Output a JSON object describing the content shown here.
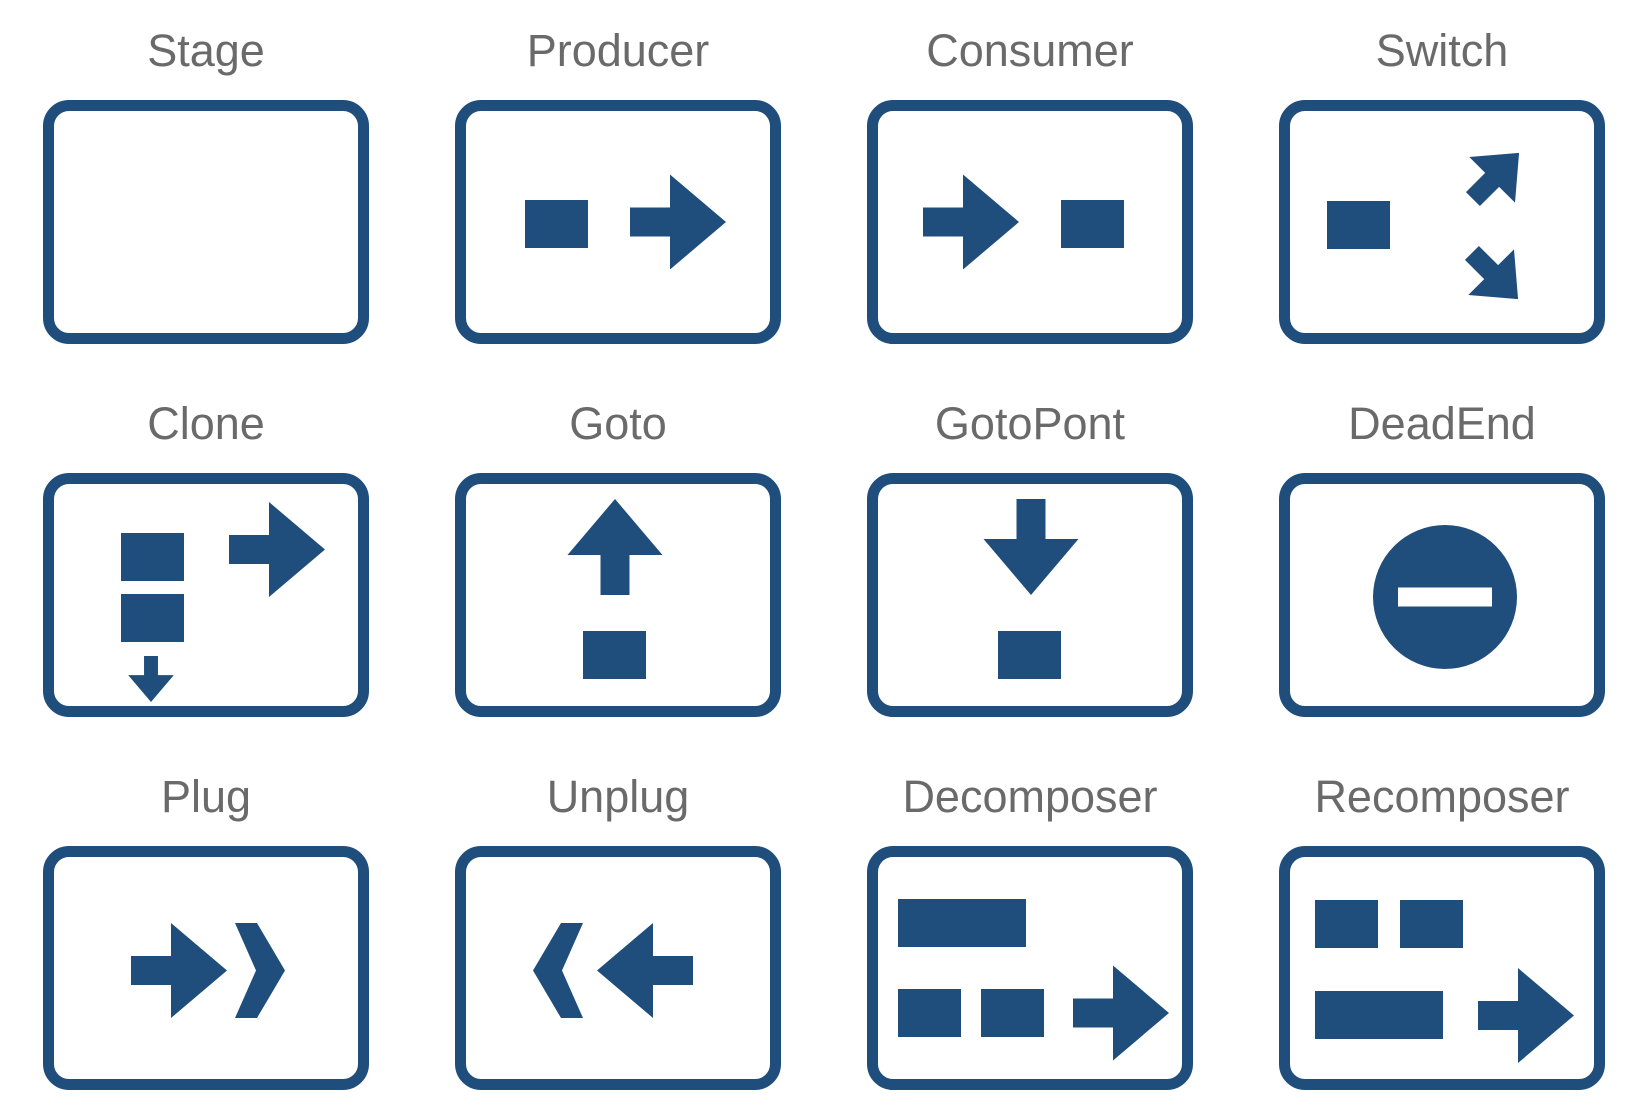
{
  "colors": {
    "accent": "#1f4e7c",
    "label": "#6a6a6a",
    "background": "#ffffff"
  },
  "legend": {
    "columns": 4,
    "rows": 3,
    "cells": [
      {
        "label": "Stage",
        "icon": "stage-empty-box-icon"
      },
      {
        "label": "Producer",
        "icon": "square-then-arrow-right-icon"
      },
      {
        "label": "Consumer",
        "icon": "arrow-right-then-square-icon"
      },
      {
        "label": "Switch",
        "icon": "square-diverging-arrows-icon"
      },
      {
        "label": "Clone",
        "icon": "stacked-squares-down-and-right-arrows-icon"
      },
      {
        "label": "Goto",
        "icon": "arrow-up-over-square-icon"
      },
      {
        "label": "GotoPont",
        "icon": "arrow-down-over-square-icon"
      },
      {
        "label": "DeadEnd",
        "icon": "no-entry-circle-icon"
      },
      {
        "label": "Plug",
        "icon": "arrow-right-chevron-icon"
      },
      {
        "label": "Unplug",
        "icon": "chevron-arrow-left-icon"
      },
      {
        "label": "Decomposer",
        "icon": "rect-split-to-squares-arrow-icon"
      },
      {
        "label": "Recomposer",
        "icon": "squares-merge-to-rect-arrow-icon"
      }
    ]
  }
}
